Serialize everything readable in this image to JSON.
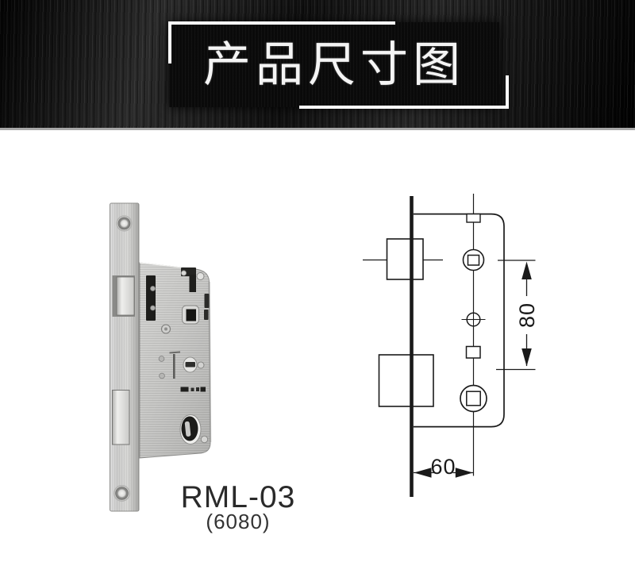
{
  "header": {
    "title": "产品尺寸图"
  },
  "product": {
    "model": "RML-03",
    "size_code": "(6080)"
  },
  "diagram": {
    "backset_dim": "60",
    "center_distance_dim": "80"
  },
  "colors": {
    "header_bg": "#151515",
    "banner_bg": "#0a0a0a",
    "bracket": "#ffffff",
    "title_text": "#f4f4f4",
    "drawing_line": "#1a1a1a",
    "label_text": "#2a2a2a",
    "page_bg": "#ffffff",
    "metal_light": "#dcdcda",
    "metal_mid": "#c6c6c4",
    "metal_dark": "#1c1c1a"
  }
}
